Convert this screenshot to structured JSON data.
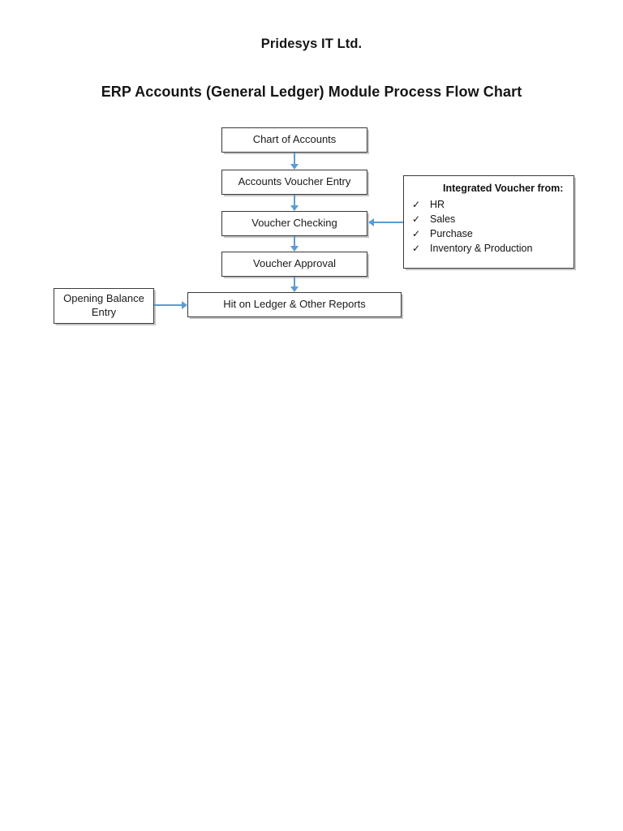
{
  "document": {
    "company_title": "Pridesys IT Ltd.",
    "chart_title": "ERP Accounts (General Ledger) Module Process Flow Chart"
  },
  "colors": {
    "connector": "#5B9BD5",
    "node_border": "#3A3A3A",
    "text": "#000000",
    "background": "#FFFFFF"
  },
  "chart_data": {
    "type": "flowchart",
    "title": "ERP Accounts (General Ledger) Module Process Flow Chart",
    "nodes": [
      {
        "id": "chart-of-accounts",
        "label": "Chart of Accounts"
      },
      {
        "id": "accounts-voucher-entry",
        "label": "Accounts Voucher Entry"
      },
      {
        "id": "voucher-checking",
        "label": "Voucher Checking"
      },
      {
        "id": "voucher-approval",
        "label": "Voucher Approval"
      },
      {
        "id": "hit-on-ledger",
        "label": "Hit on Ledger & Other Reports"
      },
      {
        "id": "opening-balance-entry",
        "label": "Opening Balance\nEntry"
      },
      {
        "id": "integrated-voucher-panel",
        "label": "Integrated Voucher from:"
      }
    ],
    "edges": [
      {
        "from": "chart-of-accounts",
        "to": "accounts-voucher-entry",
        "direction": "down"
      },
      {
        "from": "accounts-voucher-entry",
        "to": "voucher-checking",
        "direction": "down"
      },
      {
        "from": "voucher-checking",
        "to": "voucher-approval",
        "direction": "down"
      },
      {
        "from": "voucher-approval",
        "to": "hit-on-ledger",
        "direction": "down"
      },
      {
        "from": "integrated-voucher-panel",
        "to": "voucher-checking",
        "direction": "left"
      },
      {
        "from": "opening-balance-entry",
        "to": "hit-on-ledger",
        "direction": "right"
      }
    ]
  },
  "nodes": {
    "chart_of_accounts": "Chart of Accounts",
    "accounts_voucher_entry": "Accounts Voucher Entry",
    "voucher_checking": "Voucher Checking",
    "voucher_approval": "Voucher Approval",
    "hit_on_ledger": "Hit on Ledger & Other Reports",
    "opening_balance_entry_line1": "Opening Balance",
    "opening_balance_entry_line2": "Entry"
  },
  "integrated_panel": {
    "title": "Integrated Voucher from:",
    "check_glyph": "✓",
    "items": [
      {
        "label": "HR"
      },
      {
        "label": "Sales"
      },
      {
        "label": "Purchase"
      },
      {
        "label": "Inventory & Production"
      }
    ]
  }
}
